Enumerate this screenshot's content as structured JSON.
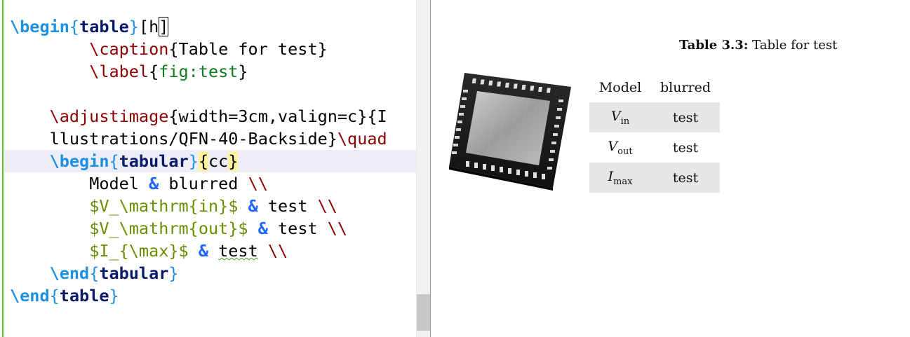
{
  "editor": {
    "lines": [
      {
        "tokens": [
          {
            "t": "\\begin",
            "c": "k-env"
          },
          {
            "t": "{",
            "c": "k-brace"
          },
          {
            "t": "table",
            "c": "k-envname"
          },
          {
            "t": "}",
            "c": "k-brace"
          },
          {
            "t": "[h",
            "c": "k-plain"
          },
          {
            "t": "]",
            "c": "k-plain cursor-box"
          }
        ]
      },
      {
        "indent": 2,
        "tokens": [
          {
            "t": "\\caption",
            "c": "k-cmd"
          },
          {
            "t": "{Table for test}",
            "c": "k-plain"
          }
        ]
      },
      {
        "indent": 2,
        "tokens": [
          {
            "t": "\\label",
            "c": "k-cmd"
          },
          {
            "t": "{",
            "c": "k-plain"
          },
          {
            "t": "fig:test",
            "c": "k-arg"
          },
          {
            "t": "}",
            "c": "k-plain"
          }
        ]
      },
      {
        "tokens": []
      },
      {
        "indent": 1,
        "tokens": [
          {
            "t": "\\adjustimage",
            "c": "k-cmd"
          },
          {
            "t": "{width=3cm,valign=c}{I",
            "c": "k-plain"
          }
        ]
      },
      {
        "indent": 1,
        "tokens": [
          {
            "t": "llustrations/QFN-40-Backside}",
            "c": "k-plain"
          },
          {
            "t": "\\quad",
            "c": "k-cmd"
          }
        ]
      },
      {
        "indent": 1,
        "current": true,
        "tokens": [
          {
            "t": "\\begin",
            "c": "k-env"
          },
          {
            "t": "{",
            "c": "k-brace"
          },
          {
            "t": "tabular",
            "c": "k-envname"
          },
          {
            "t": "}",
            "c": "k-brace"
          },
          {
            "t": "{",
            "c": "k-brace-hl"
          },
          {
            "t": "cc",
            "c": "k-plain"
          },
          {
            "t": "}",
            "c": "k-brace-hl"
          }
        ]
      },
      {
        "indent": 2,
        "tokens": [
          {
            "t": "Model ",
            "c": "k-plain"
          },
          {
            "t": "&",
            "c": "k-amp"
          },
          {
            "t": " blurred ",
            "c": "k-plain"
          },
          {
            "t": "\\\\",
            "c": "k-dblbs"
          }
        ]
      },
      {
        "indent": 2,
        "tokens": [
          {
            "t": "$V_\\mathrm{in}$",
            "c": "k-math"
          },
          {
            "t": " ",
            "c": "k-plain"
          },
          {
            "t": "&",
            "c": "k-amp"
          },
          {
            "t": " test ",
            "c": "k-plain"
          },
          {
            "t": "\\\\",
            "c": "k-dblbs"
          }
        ]
      },
      {
        "indent": 2,
        "tokens": [
          {
            "t": "$V_\\mathrm{out}$",
            "c": "k-math"
          },
          {
            "t": " ",
            "c": "k-plain"
          },
          {
            "t": "&",
            "c": "k-amp"
          },
          {
            "t": " test ",
            "c": "k-plain"
          },
          {
            "t": "\\\\",
            "c": "k-dblbs"
          }
        ]
      },
      {
        "indent": 2,
        "tokens": [
          {
            "t": "$I_{\\max}$",
            "c": "k-math"
          },
          {
            "t": " ",
            "c": "k-plain"
          },
          {
            "t": "&",
            "c": "k-amp"
          },
          {
            "t": " ",
            "c": "k-plain"
          },
          {
            "t": "test",
            "c": "k-plain squiggle"
          },
          {
            "t": " ",
            "c": "k-plain"
          },
          {
            "t": "\\\\",
            "c": "k-dblbs"
          }
        ]
      },
      {
        "indent": 1,
        "tokens": [
          {
            "t": "\\end",
            "c": "k-env"
          },
          {
            "t": "{",
            "c": "k-brace"
          },
          {
            "t": "tabular",
            "c": "k-envname"
          },
          {
            "t": "}",
            "c": "k-brace"
          }
        ]
      },
      {
        "tokens": [
          {
            "t": "\\end",
            "c": "k-env"
          },
          {
            "t": "{",
            "c": "k-brace"
          },
          {
            "t": "table",
            "c": "k-envname"
          },
          {
            "t": "}",
            "c": "k-brace"
          }
        ]
      }
    ]
  },
  "preview": {
    "caption_label": "Table 3.3:",
    "caption_text": "Table for test",
    "image_alt": "QFN-40 chip backside",
    "table": {
      "header": [
        "Model",
        "blurred"
      ],
      "rows": [
        {
          "var": "V",
          "sub": "in",
          "value": "test",
          "shaded": true
        },
        {
          "var": "V",
          "sub": "out",
          "value": "test",
          "shaded": false
        },
        {
          "var": "I",
          "sub": "max",
          "value": "test",
          "shaded": true
        }
      ]
    }
  },
  "colors": {
    "env_keyword": "#1e90e0",
    "env_name": "#0b1a6b",
    "command": "#8b0000",
    "argument": "#0d7a1d",
    "math": "#6b8e00",
    "ampersand": "#1e63ff",
    "gutter_marker": "#5cc22e",
    "current_line": "#eeeef9",
    "brace_match": "#fff49b",
    "table_shade": "#e6e6e6"
  }
}
